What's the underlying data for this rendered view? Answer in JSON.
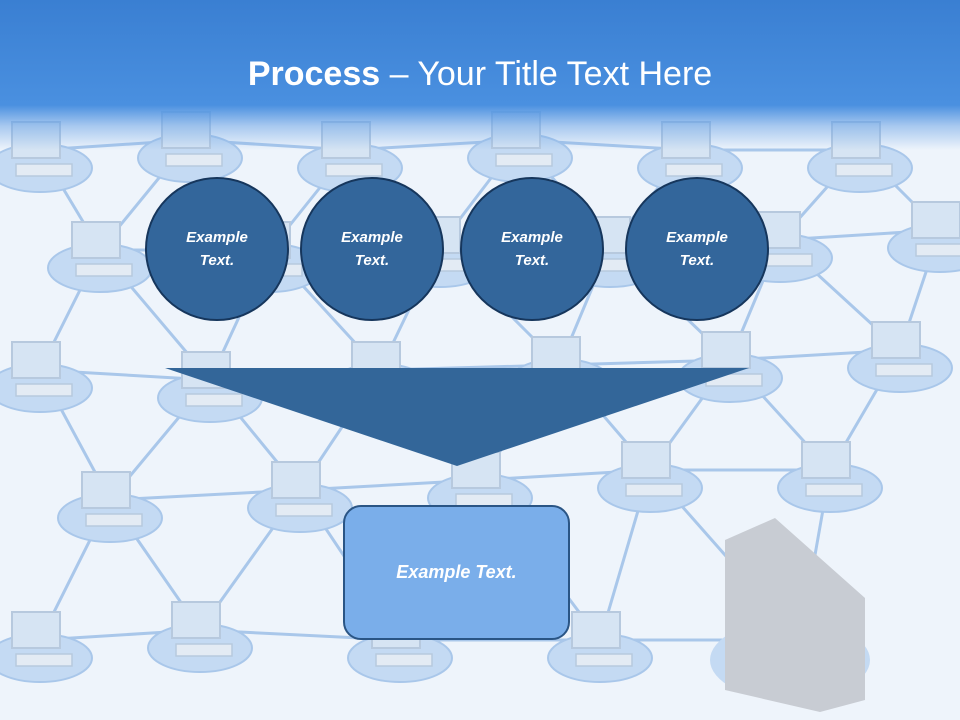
{
  "title": {
    "bold_part": "Process",
    "rest": " – Your Title Text Here"
  },
  "steps": [
    {
      "label": "Example Text."
    },
    {
      "label": "Example Text."
    },
    {
      "label": "Example Text."
    },
    {
      "label": "Example Text."
    }
  ],
  "result": {
    "label": "Example Text."
  },
  "colors": {
    "title_band": "#4a90e0",
    "circle_fill": "#33669b",
    "circle_border": "#16365c",
    "arrow_fill": "#336699",
    "result_fill": "#7aaeea"
  }
}
